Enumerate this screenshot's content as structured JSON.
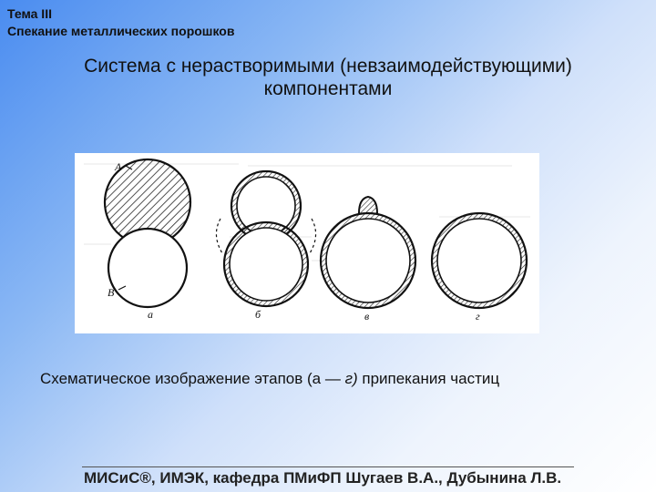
{
  "header": {
    "topic_line": "Тема III",
    "topic_name": "Спекание металлических порошков"
  },
  "title": {
    "line1": "Система с нерастворимыми (невзаимодействующими)",
    "line2": "компонентами"
  },
  "figure": {
    "label_A": "A",
    "label_B": "B",
    "stage_labels": [
      "а",
      "б",
      "в",
      "г"
    ]
  },
  "caption": {
    "prefix": "Схематическое изображение этапов (а — ",
    "italic": "г)",
    "suffix": " припекания частиц"
  },
  "footer": {
    "text": "МИСиС®, ИМЭК, кафедра ПМиФП  Шугаев В.А., Дубынина Л.В."
  }
}
